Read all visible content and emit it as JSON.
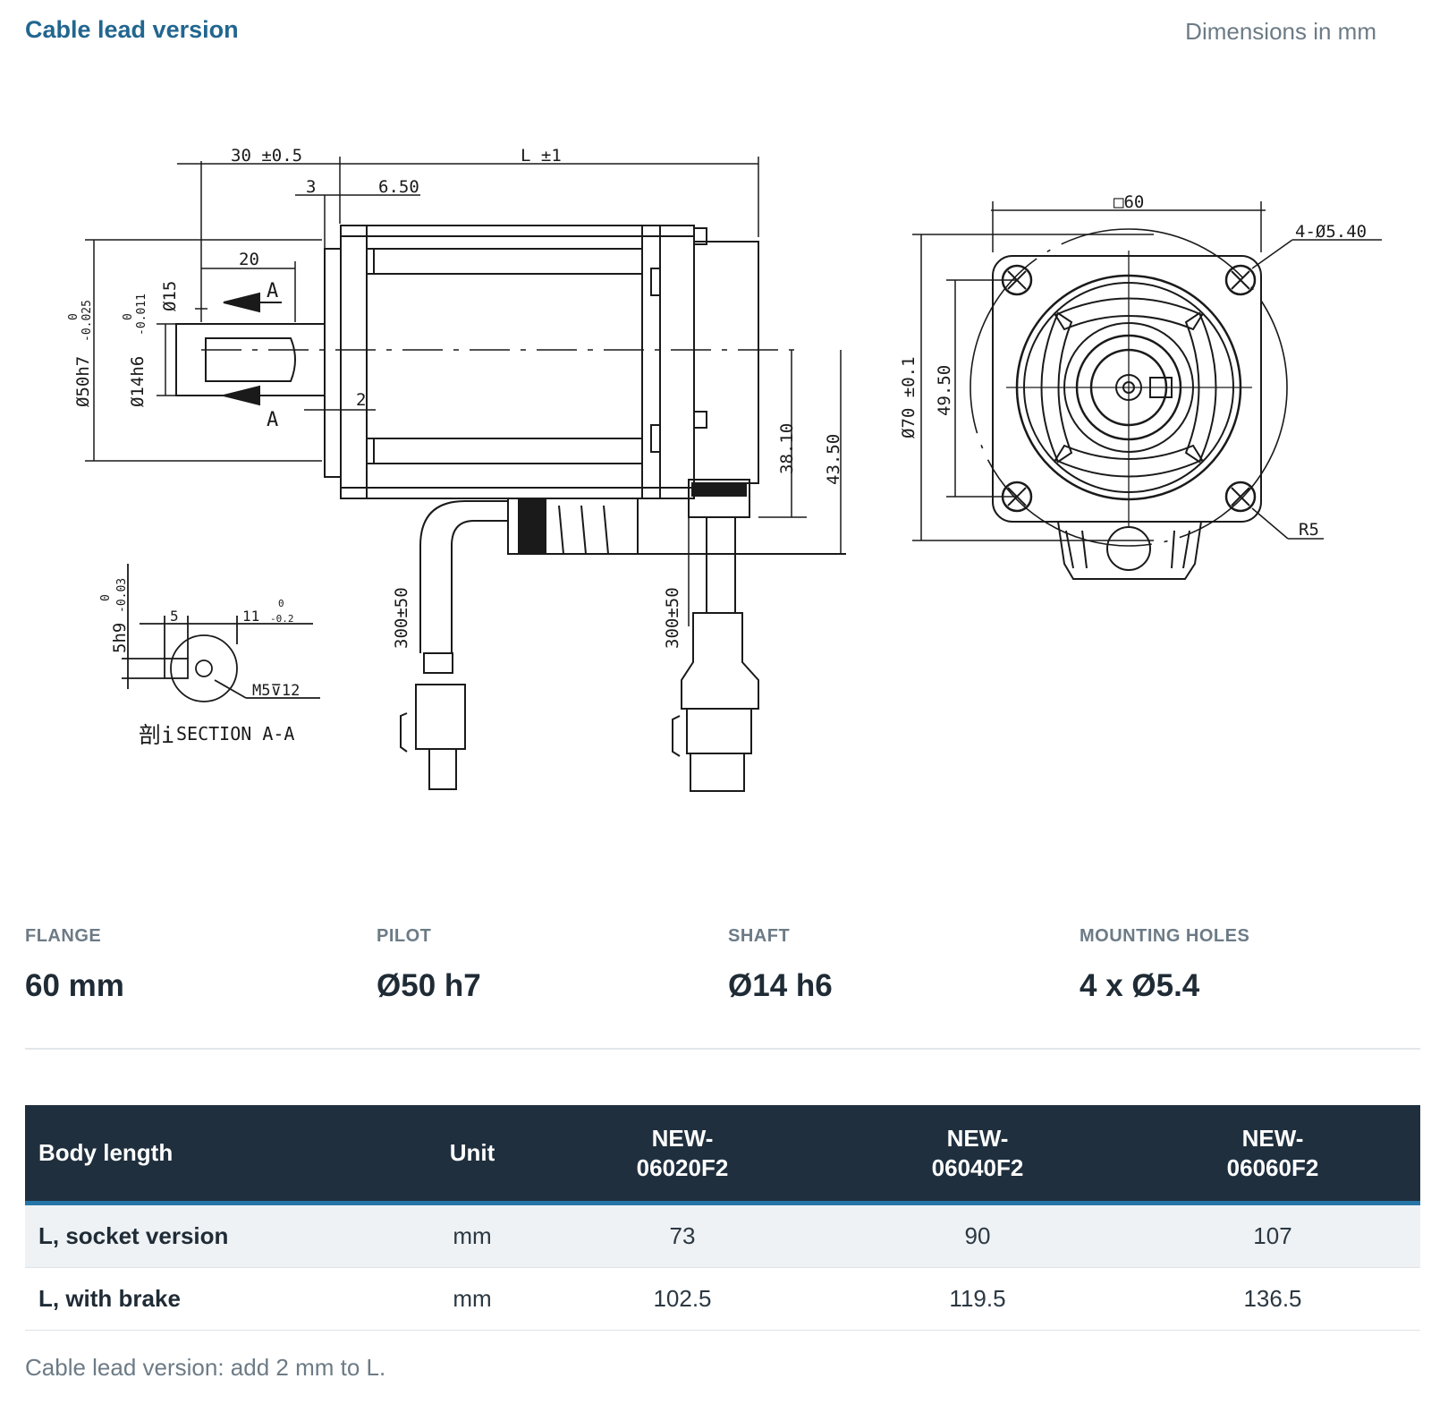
{
  "header": {
    "title": "Cable lead version",
    "units_note": "Dimensions in mm"
  },
  "drawing": {
    "side_view": {
      "dim_length": "L ±1",
      "dim_shaft_len": "30 ±0.5",
      "dim_3": "3",
      "dim_650": "6.50",
      "dim_20": "20",
      "dim_15": "Ø15",
      "dim_2": "2",
      "dim_pilot": "Ø50h7",
      "dim_pilot_tol_up": "0",
      "dim_pilot_tol_low": "-0.025",
      "dim_shaft": "Ø14h6",
      "dim_shaft_tol_up": "0",
      "dim_shaft_tol_low": "-0.011",
      "dim_3810": "38.10",
      "dim_4350": "43.50",
      "cable1": "300±50",
      "cable2": "300±50",
      "section_marker": "A"
    },
    "section": {
      "key_width": "5h9",
      "key_tol_up": "0",
      "key_tol_low": "-0.03",
      "dim_5": "5",
      "dim_11": "11",
      "dim_11_tol_up": "0",
      "dim_11_tol_low": "-0.2",
      "thread": "M5⊽12",
      "title_cn": "剖i",
      "title": "SECTION A-A"
    },
    "front_view": {
      "dim_square": "□60",
      "dim_holes": "4-Ø5.40",
      "dim_circle": "Ø70 ±0.1",
      "dim_4950": "49.50",
      "dim_r5": "R5"
    }
  },
  "specs": [
    {
      "label": "FLANGE",
      "value": "60 mm"
    },
    {
      "label": "PILOT",
      "value": "Ø50 h7"
    },
    {
      "label": "SHAFT",
      "value": "Ø14 h6"
    },
    {
      "label": "MOUNTING HOLES",
      "value": "4 x Ø5.4"
    }
  ],
  "table": {
    "headers": [
      "Body length",
      "Unit",
      "NEW-06020F2",
      "NEW-06040F2",
      "NEW-06060F2"
    ],
    "header_lines": [
      [
        "NEW-",
        "06020F2"
      ],
      [
        "NEW-",
        "06040F2"
      ],
      [
        "NEW-",
        "06060F2"
      ]
    ],
    "rows": [
      {
        "label": "L, socket version",
        "unit": "mm",
        "values": [
          "73",
          "90",
          "107"
        ]
      },
      {
        "label": "L, with brake",
        "unit": "mm",
        "values": [
          "102.5",
          "119.5",
          "136.5"
        ]
      }
    ]
  },
  "footnote": "Cable lead version: add 2 mm to L.",
  "colors": {
    "title": "#22668f",
    "header_bg": "#1f2f3e",
    "accent_line": "#2576a6",
    "muted": "#6c7b86"
  }
}
